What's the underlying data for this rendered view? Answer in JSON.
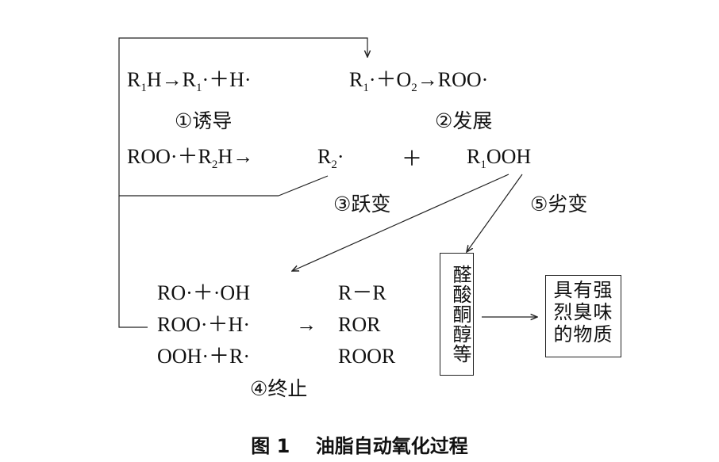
{
  "reactions": {
    "r1": "R₁H→R₁·＋H·",
    "r2": "R₁·＋O₂→ROO·",
    "r3": "ROO·＋R₂H→",
    "r3b": "R₂·",
    "plus": "＋",
    "r3c": "R₁OOH",
    "t1": "RO·＋·OH",
    "t2": "ROO·＋H·",
    "t3": "OOH·＋R·",
    "arrow": "→",
    "p1": "R－R",
    "p2": "ROR",
    "p3": "ROOR"
  },
  "stages": {
    "s1": "①诱导",
    "s2": "②发展",
    "s3": "③跃变",
    "s4": "④终止",
    "s5": "⑤劣变"
  },
  "boxes": {
    "products": "醛酸酮醇等",
    "final": "具有强烈臭味的物质"
  },
  "caption": "图 1　 油脂自动氧化过程",
  "colors": {
    "line": "#222222",
    "text": "#111111"
  }
}
